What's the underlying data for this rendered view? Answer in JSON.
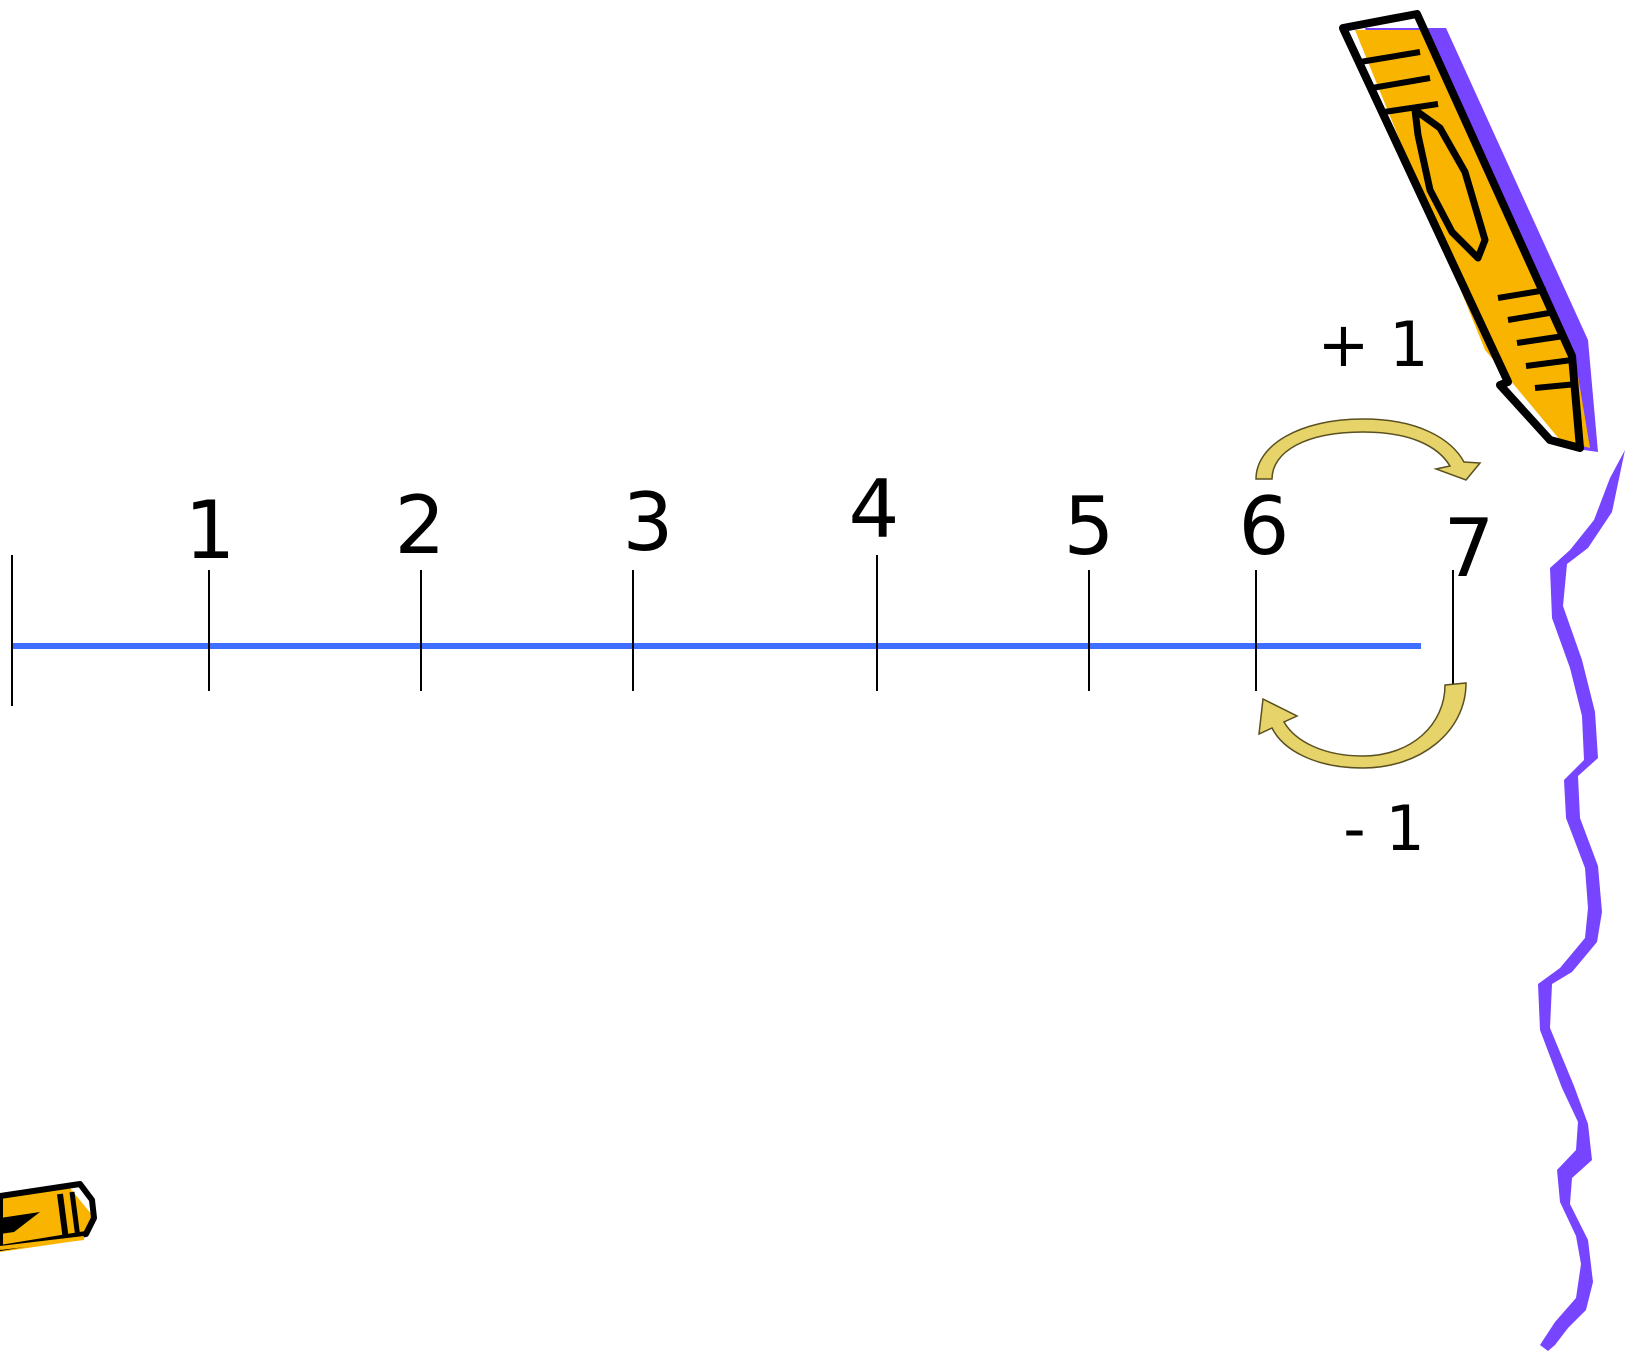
{
  "number_line": {
    "numbers": [
      "1",
      "2",
      "3",
      "4",
      "5",
      "6",
      "7"
    ],
    "line_color": "#3F6FFF",
    "tick_color": "#000000"
  },
  "operations": {
    "plus_label": "+ 1",
    "minus_label": "- 1",
    "arrow_fill": "#E6D36A"
  },
  "decorations": {
    "pencil_top_right_icon": "pencil-icon",
    "pencil_bottom_left_icon": "pencil-icon",
    "scribble_edge_icon": "wavy-border",
    "pencil_body_color": "#F9B400",
    "pencil_shadow_color": "#7744FF",
    "scribble_color": "#7744FF"
  }
}
